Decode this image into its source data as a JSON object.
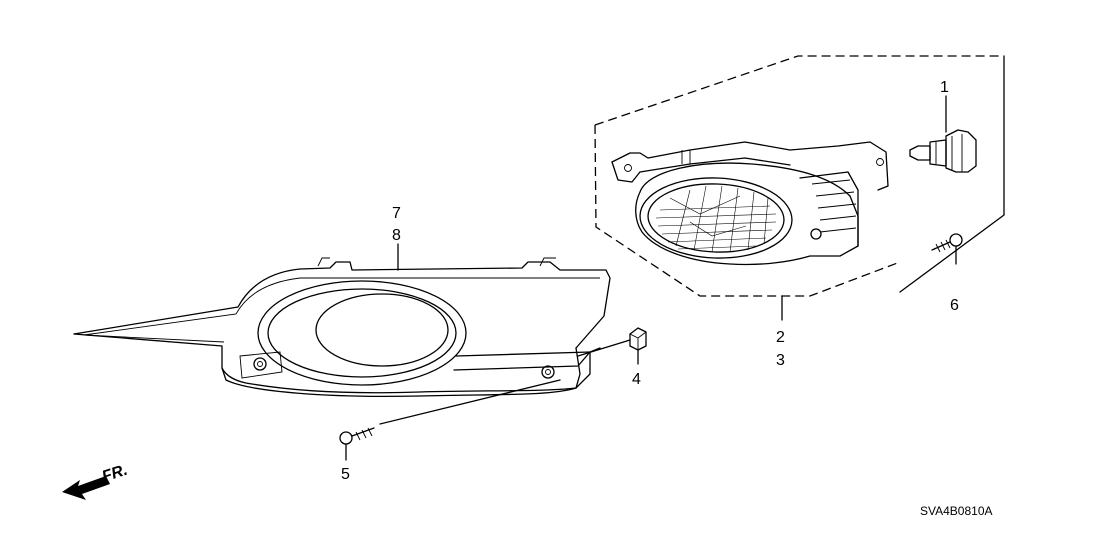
{
  "diagram": {
    "callouts": [
      "1",
      "2",
      "3",
      "4",
      "5",
      "6",
      "7",
      "8"
    ],
    "direction_label": "FR.",
    "drawing_code": "SVA4B0810A"
  }
}
